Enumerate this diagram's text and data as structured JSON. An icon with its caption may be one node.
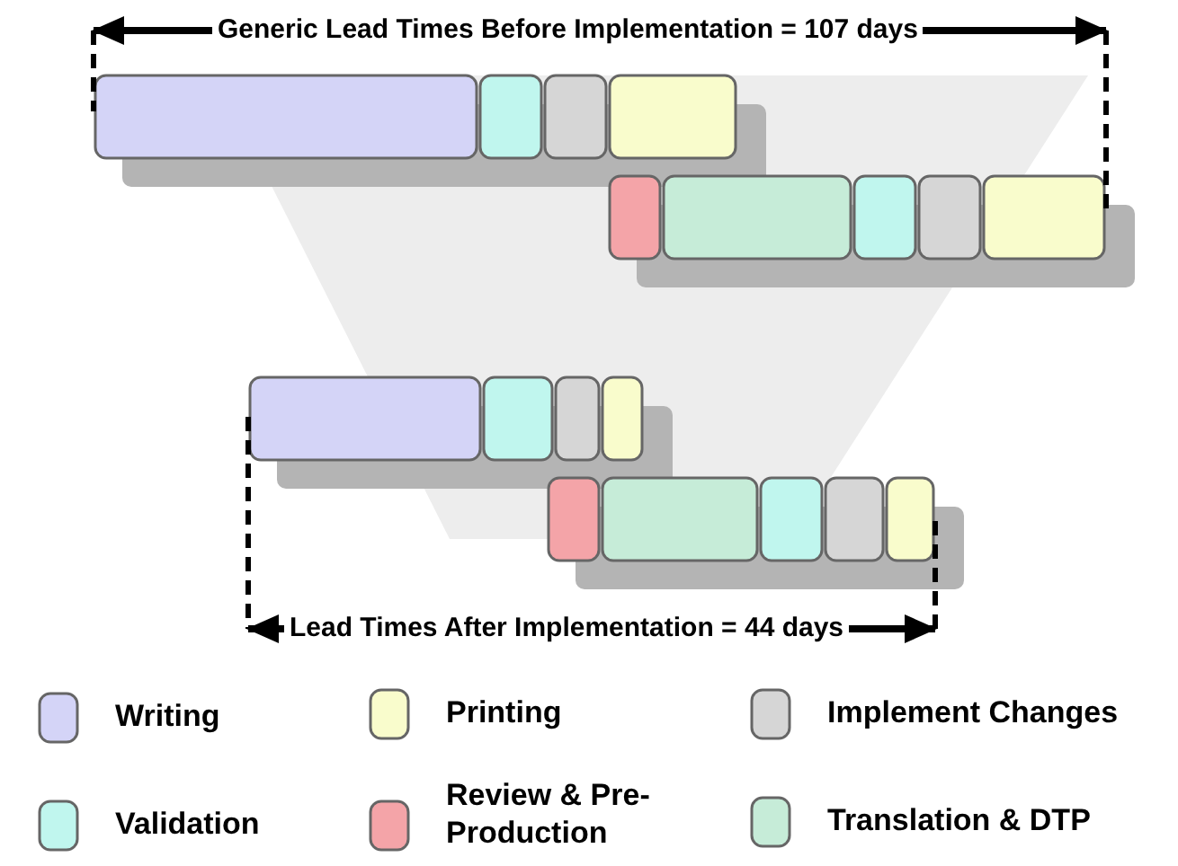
{
  "diagram": {
    "labels": [
      "Generic Lead Times Before Implementation = 107 days",
      "Lead Times After Implementation = 44 days"
    ],
    "legend": [
      {
        "text": "Writing",
        "color": "#d4d4f7"
      },
      {
        "text": "Printing",
        "color": "#f9fccc"
      },
      {
        "text": "Implement Changes",
        "color": "#d6d6d6"
      },
      {
        "text": "Validation",
        "color": "#c0f6ee"
      },
      {
        "text": "Review & Pre-Production",
        "color": "#f4a4a8"
      },
      {
        "text": "Translation & DTP",
        "color": "#c6ecd8"
      }
    ]
  }
}
